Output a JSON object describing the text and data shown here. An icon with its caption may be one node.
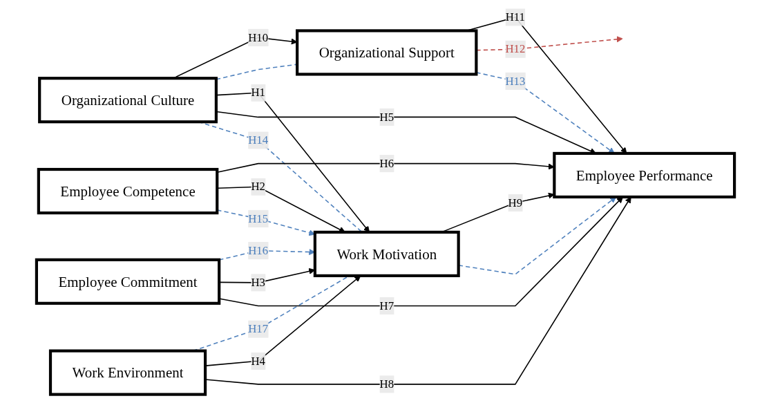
{
  "diagram": {
    "nodes": [
      {
        "text": [
          "Organizational Culture"
        ]
      },
      {
        "text": [
          "Employee Competence"
        ]
      },
      {
        "text": [
          "Employee Commitment"
        ]
      },
      {
        "text": [
          "Work Environment"
        ]
      },
      {
        "text": [
          "Organizational Support"
        ]
      },
      {
        "text": [
          "Work Motivation"
        ]
      },
      {
        "text": [
          "Employee Performance"
        ]
      }
    ],
    "edges": [
      {
        "from": 0,
        "to": 4,
        "arrow": "to",
        "label": "H10"
      },
      {
        "from": 0,
        "to": 4,
        "arrow": "none",
        "style": "dashed",
        "color": "#4f81bd"
      },
      {
        "from": 0,
        "to": 5,
        "arrow": "to",
        "label": "H1"
      },
      {
        "from": 0,
        "to": 6,
        "arrow": "to",
        "label": "H5"
      },
      {
        "from": 0,
        "to": 5,
        "arrow": "none",
        "label": "H14",
        "style": "dashed",
        "color": "#4f81bd"
      },
      {
        "from": 1,
        "to": 6,
        "arrow": "to",
        "label": "H6"
      },
      {
        "from": 1,
        "to": 5,
        "arrow": "to",
        "label": "H2"
      },
      {
        "from": 1,
        "to": 5,
        "arrow": "to",
        "label": "H15",
        "style": "dashed",
        "color": "#4f81bd"
      },
      {
        "from": 2,
        "to": 5,
        "arrow": "to",
        "label": "H16",
        "style": "dashed",
        "color": "#4f81bd"
      },
      {
        "from": 2,
        "to": 5,
        "arrow": "to",
        "label": "H3"
      },
      {
        "from": 2,
        "to": 6,
        "arrow": "to",
        "label": "H7"
      },
      {
        "from": 3,
        "to": 5,
        "arrow": "none",
        "label": "H17",
        "style": "dashed",
        "color": "#4f81bd"
      },
      {
        "from": 3,
        "to": 5,
        "arrow": "to",
        "label": "H4"
      },
      {
        "from": 3,
        "to": 6,
        "arrow": "to",
        "label": "H8"
      },
      {
        "from": 4,
        "to": 6,
        "arrow": "to",
        "label": "H11"
      },
      {
        "from": 4,
        "to": null,
        "arrow": "to",
        "label": "H12",
        "style": "dashed",
        "color": "#c0504d"
      },
      {
        "from": 4,
        "to": 6,
        "arrow": "to",
        "label": "H13",
        "style": "dashed",
        "color": "#4f81bd"
      },
      {
        "from": 5,
        "to": 6,
        "arrow": "to",
        "label": "H9"
      },
      {
        "from": 5,
        "to": 6,
        "arrow": "to",
        "style": "dashed",
        "color": "#4f81bd"
      }
    ]
  }
}
